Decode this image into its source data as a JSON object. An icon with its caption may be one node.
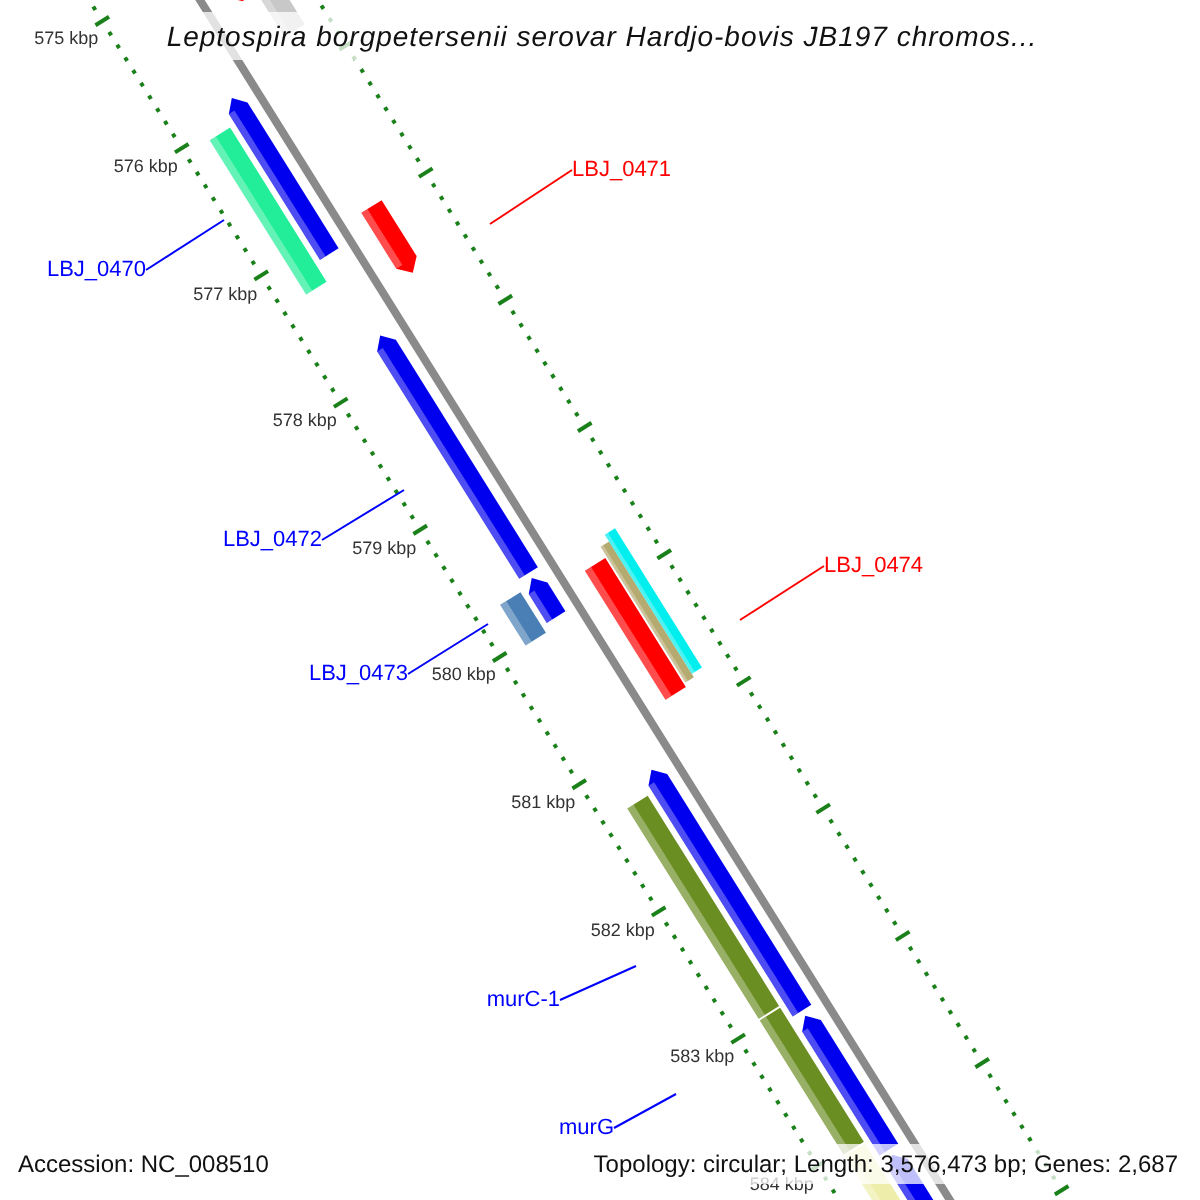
{
  "diagram": {
    "title": "Leptospira borgpetersenii serovar Hardjo-bovis JB197 chromos...",
    "nodes": [
      {
        "text": [
          "LBJ_0471"
        ]
      },
      {
        "text": [
          "LBJ_0470"
        ]
      },
      {
        "text": [
          "LBJ_0472"
        ]
      },
      {
        "text": [
          "LBJ_0474"
        ]
      },
      {
        "text": [
          "LBJ_0473"
        ]
      },
      {
        "text": [
          "murC-1"
        ]
      },
      {
        "text": [
          "murG"
        ]
      }
    ],
    "edges": [
      {
        "from": 0,
        "to": null,
        "arrow": "none",
        "color": "#ff0000"
      },
      {
        "from": 1,
        "to": null,
        "arrow": "none"
      },
      {
        "from": 2,
        "to": null,
        "arrow": "none"
      },
      {
        "from": 3,
        "to": null,
        "arrow": "none",
        "color": "#ff0000"
      },
      {
        "from": 4,
        "to": null,
        "arrow": "none"
      },
      {
        "from": 5,
        "to": null,
        "arrow": "none"
      },
      {
        "from": 6,
        "to": null,
        "arrow": "none"
      }
    ],
    "labels": [
      "575 kbp",
      "576 kbp",
      "577 kbp",
      "578 kbp",
      "579 kbp",
      "580 kbp",
      "581 kbp",
      "582 kbp",
      "583 kbp",
      "584 kbp",
      "Accession: NC_008510",
      "Topology: circular; Length: 3,576,473 bp; Genes: 2,687"
    ]
  }
}
